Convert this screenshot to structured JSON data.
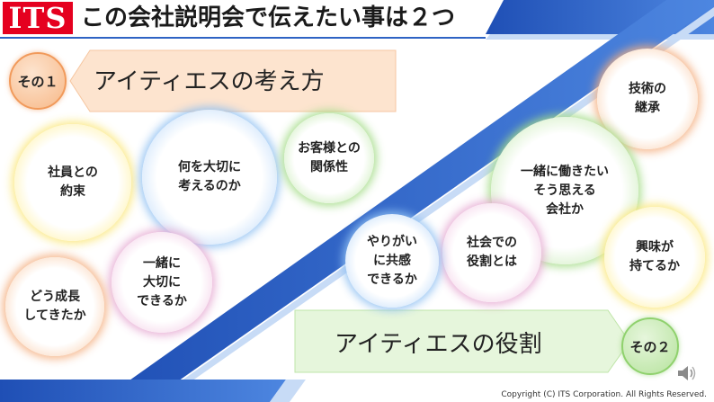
{
  "header": {
    "logo": "ITS",
    "title": "この会社説明会で伝えたい事は２つ"
  },
  "section1": {
    "badge": "その１",
    "banner": "アイティエスの考え方"
  },
  "section2": {
    "badge": "その２",
    "banner": "アイティエスの役割"
  },
  "circles_left": [
    "社員との\n約束",
    "何を大切に\n考えるのか",
    "お客様との\n関係性",
    "一緒に\n大切に\nできるか",
    "どう成長\nしてきたか"
  ],
  "circles_right": [
    "技術の\n継承",
    "一緒に働きたい\nそう思える\n会社か",
    "興味が\n持てるか",
    "社会での\n役割とは",
    "やりがい\nに共感\nできるか"
  ],
  "footer": {
    "copyright": "Copyright (C) ITS Corporation. All Rights Reserved."
  },
  "icons": {
    "speaker": "speaker-icon"
  },
  "colors": {
    "brand_red": "#e5001f",
    "blue": "#2e63c4",
    "orange": "#f19a5b",
    "green": "#8fd16d"
  }
}
